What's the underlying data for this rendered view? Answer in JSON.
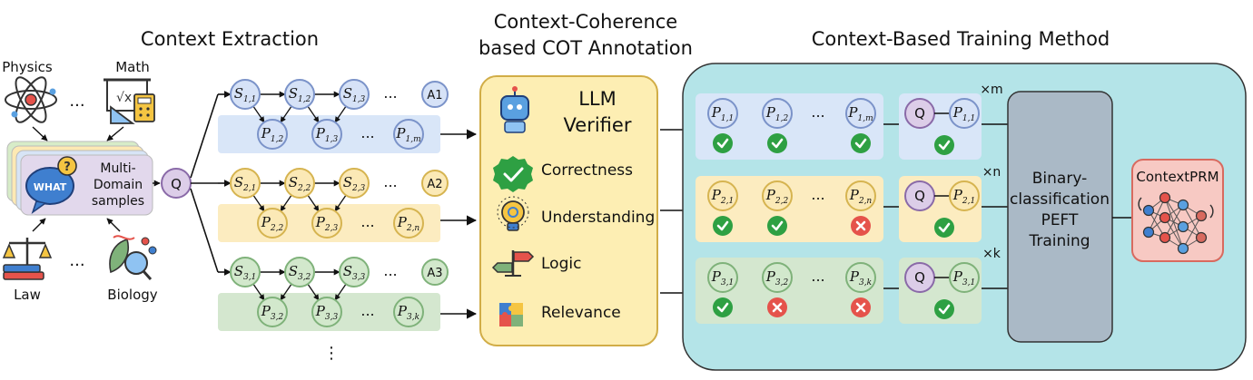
{
  "titles": {
    "extraction": "Context Extraction",
    "annotation_line1": "Context-Coherence",
    "annotation_line2": "based COT Annotation",
    "training": "Context-Based Training Method"
  },
  "domains": {
    "physics": "Physics",
    "math": "Math",
    "law": "Law",
    "biology": "Biology",
    "ellipsis": "...",
    "multi_line1": "Multi-",
    "multi_line2": "Domain",
    "multi_line3": "samples",
    "what": "WHAT",
    "question_mark": "?"
  },
  "question": "Q",
  "ellipsis": "...",
  "vertical_ellipsis": "⋮",
  "chains": [
    {
      "s": [
        "S",
        "S",
        "S"
      ],
      "s_sub": [
        "1,1",
        "1,2",
        "1,3"
      ],
      "answer": "A1",
      "p_sub": [
        "1,2",
        "1,3",
        "1,m"
      ]
    },
    {
      "s": [
        "S",
        "S",
        "S"
      ],
      "s_sub": [
        "2,1",
        "2,2",
        "2,3"
      ],
      "answer": "A2",
      "p_sub": [
        "2,2",
        "2,3",
        "2,n"
      ]
    },
    {
      "s": [
        "S",
        "S",
        "S"
      ],
      "s_sub": [
        "3,1",
        "3,2",
        "3,3"
      ],
      "answer": "A3",
      "p_sub": [
        "3,2",
        "3,3",
        "3,k"
      ]
    }
  ],
  "verifier": {
    "title_line1": "LLM",
    "title_line2": "Verifier",
    "criteria": [
      "Correctness",
      "Understanding",
      "Logic",
      "Relevance"
    ]
  },
  "training": {
    "rows": [
      {
        "p_sub": [
          "1,1",
          "1,2",
          "1,m"
        ],
        "marks": [
          "check",
          "check",
          "check"
        ],
        "q_sub": "1,1",
        "q_mark": "check",
        "mult": "×m"
      },
      {
        "p_sub": [
          "2,1",
          "2,2",
          "2,n"
        ],
        "marks": [
          "check",
          "check",
          "cross"
        ],
        "q_sub": "2,1",
        "q_mark": "check",
        "mult": "×n"
      },
      {
        "p_sub": [
          "3,1",
          "3,2",
          "3,k"
        ],
        "marks": [
          "check",
          "cross",
          "cross"
        ],
        "q_sub": "3,1",
        "q_mark": "check",
        "mult": "×k"
      }
    ],
    "binary_line1": "Binary-",
    "binary_line2": "classification",
    "binary_line3": "PEFT",
    "binary_line4": "Training",
    "prm": "ContextPRM"
  },
  "colors": {
    "blue_stroke": "#7b93c9",
    "blue_fill": "#d6e2f7",
    "blue_band": "#d9e6f8",
    "yellow_stroke": "#d6b450",
    "yellow_fill": "#fbe9b6",
    "yellow_band": "#fcecc0",
    "green_stroke": "#7fb27a",
    "green_fill": "#d2e8cc",
    "green_band": "#d4e7cf",
    "teal_panel": "#b4e4e8",
    "verifier_fill": "#fdeeb3",
    "verifier_stroke": "#d1ad47",
    "binary_fill": "#aab9c6",
    "prm_fill": "#f7c9c3",
    "prm_stroke": "#d86a5f",
    "check": "#2ea043",
    "cross": "#e5534b",
    "q_fill": "#dccde8",
    "q_stroke": "#8a6aa8"
  }
}
